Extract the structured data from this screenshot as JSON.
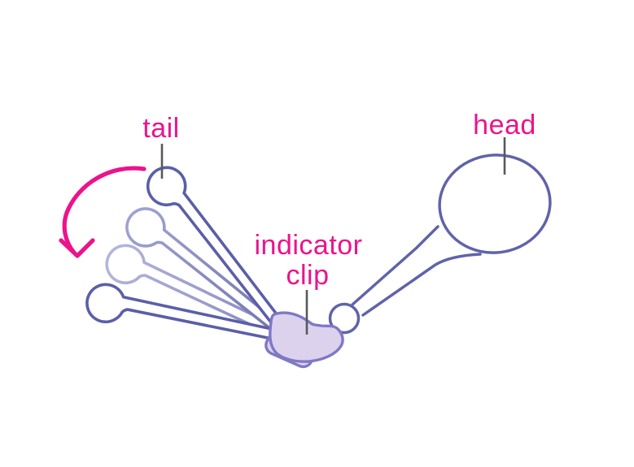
{
  "diagram": {
    "type": "labeled-illustration",
    "subject": "device with rotating tail, head and indicator clip",
    "labels": {
      "tail": "tail",
      "head": "head",
      "indicator_clip_line1": "indicator",
      "indicator_clip_line2": "clip"
    },
    "annotations": [
      {
        "label": "tail",
        "target": "tail-bulb-top-position"
      },
      {
        "label": "head",
        "target": "head-loop"
      },
      {
        "label": "indicator clip",
        "target": "indicator-clip-body"
      }
    ],
    "colors": {
      "background": "#ffffff",
      "label_pink": "#ec138c",
      "arrow_pink": "#ec138c",
      "outline_purple": "#5b5ea7",
      "outline_purple_soft": "#6063a9",
      "ghost_purple_medium": "#9ea2cf",
      "ghost_purple_medium_dark": "#6c6fae",
      "ghost_purple_light": "#b3b5db",
      "ghost_purple_light_dark": "#7d80bd",
      "clip_fill": "#dcd2ee",
      "clip_outline": "#7f78c5",
      "leader_line_gray": "#58595b"
    }
  }
}
